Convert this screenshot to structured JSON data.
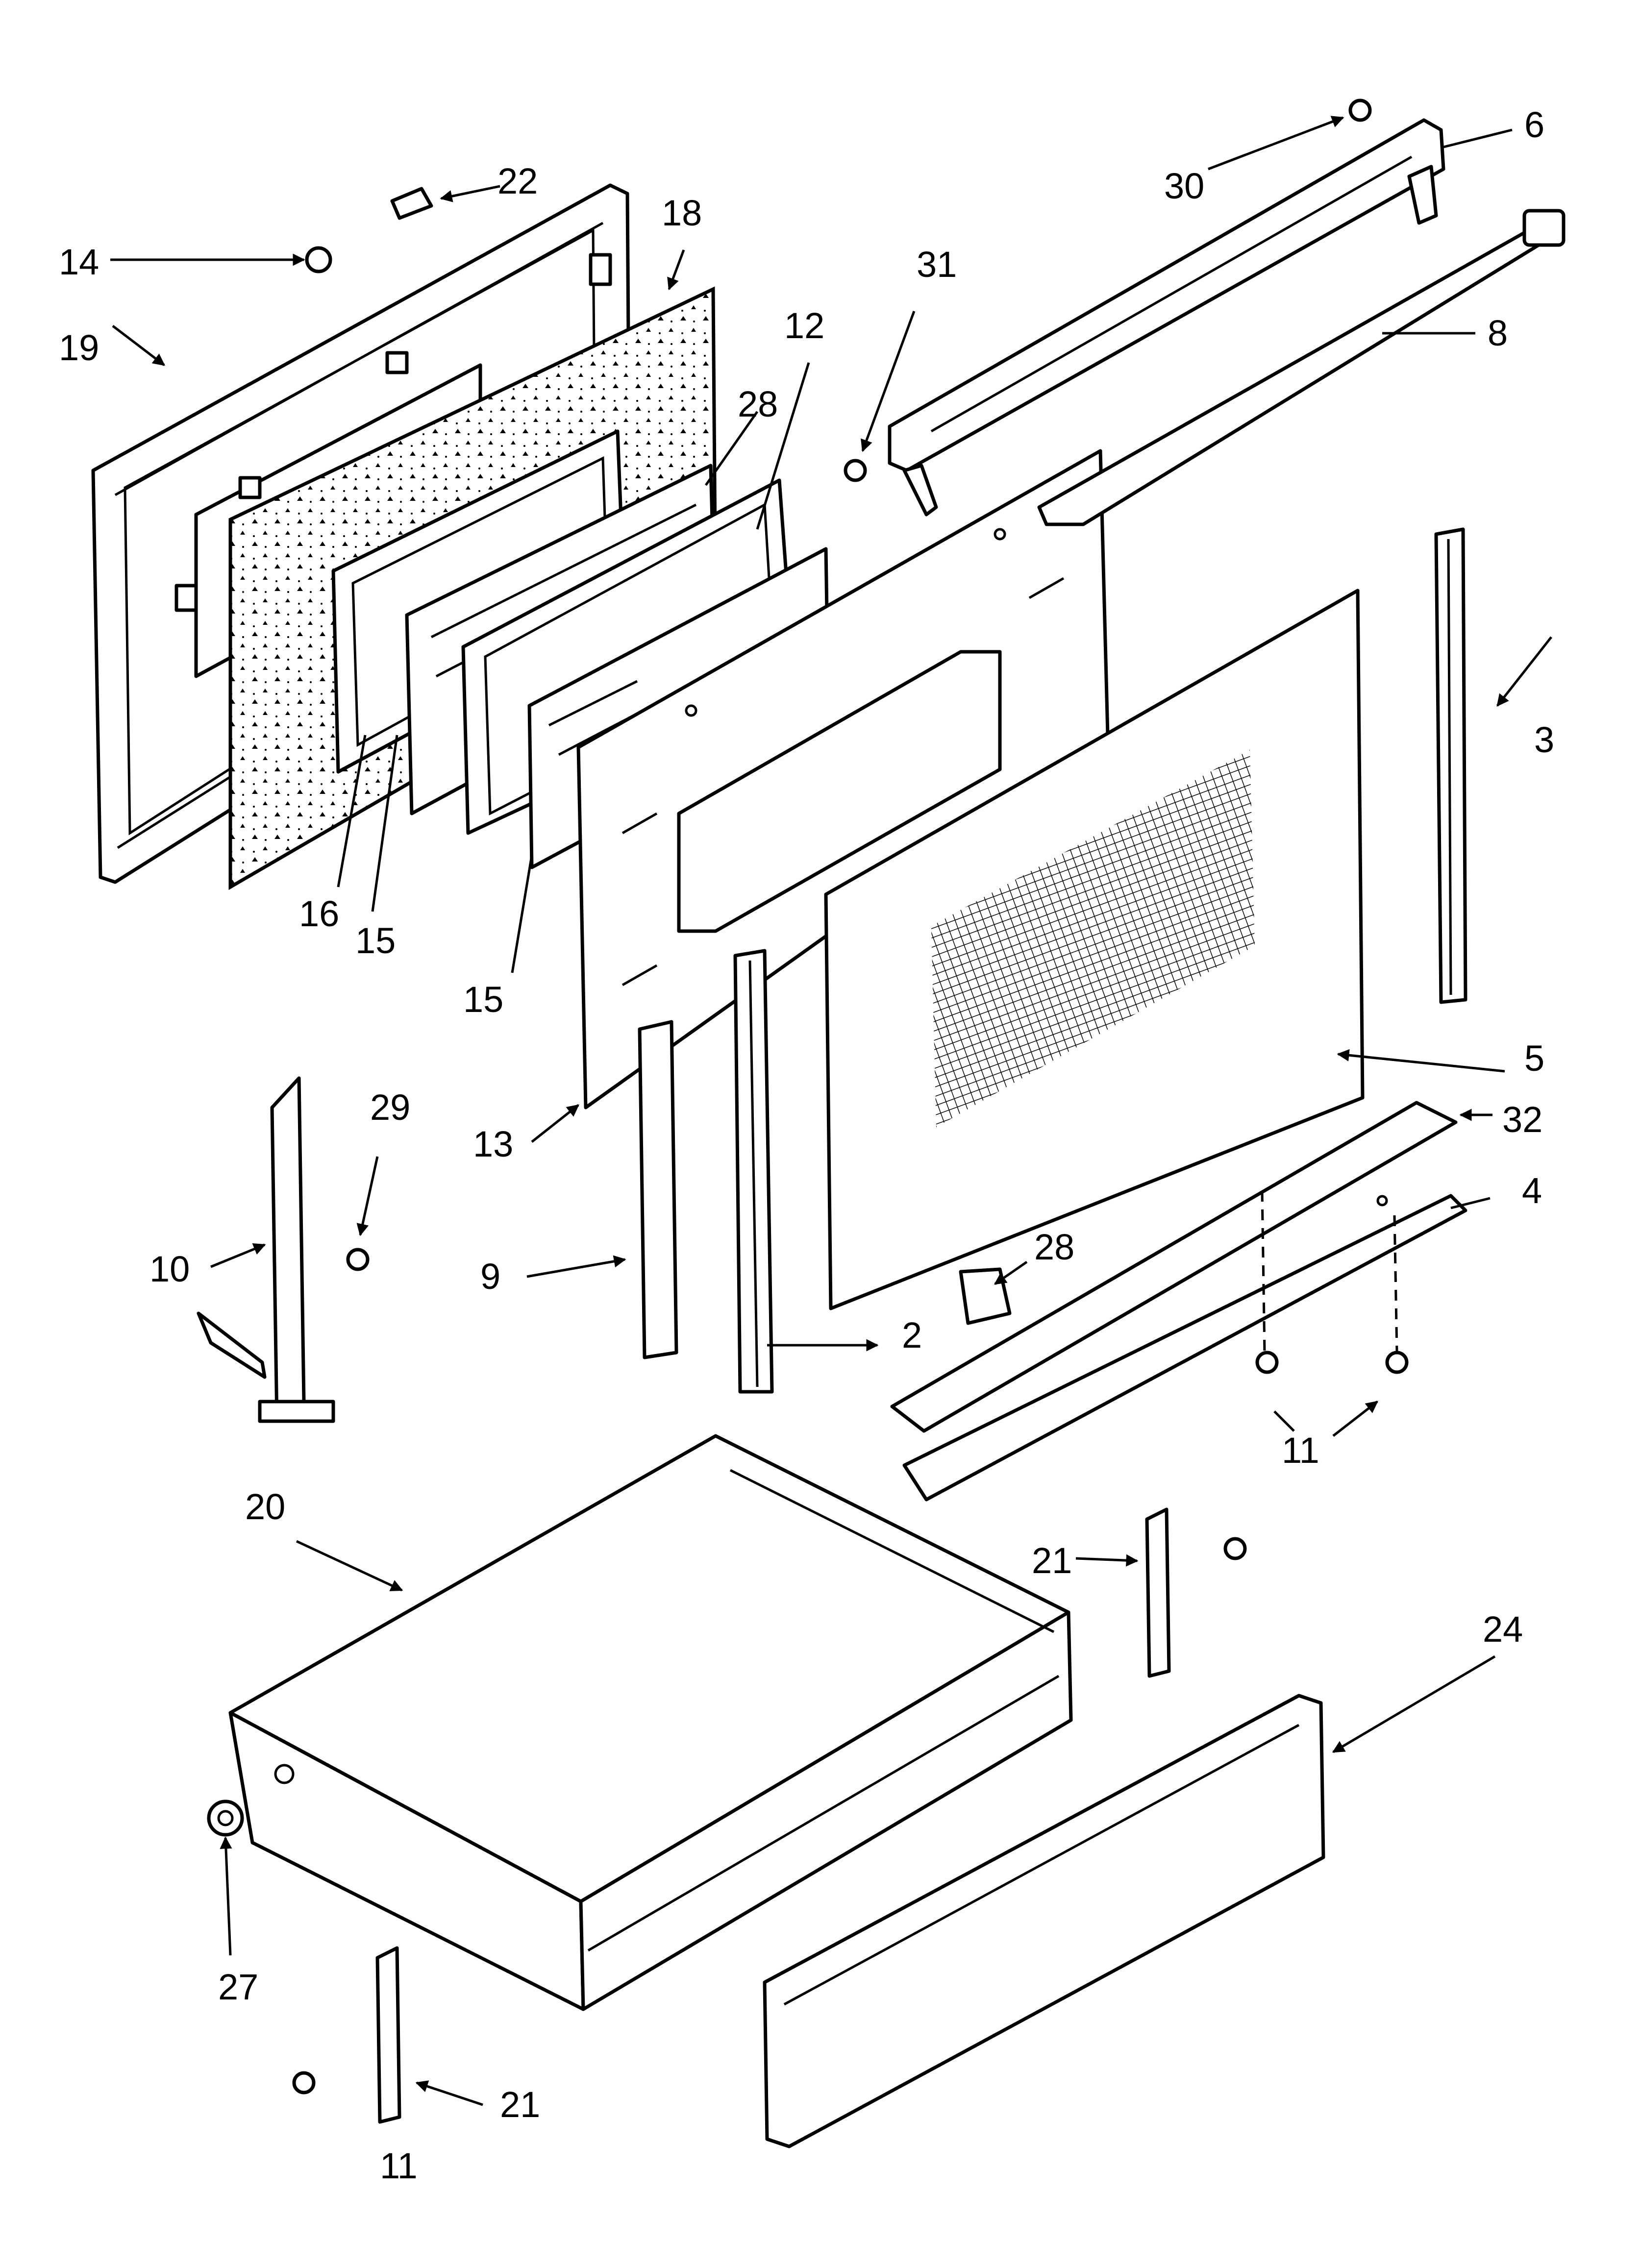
{
  "diagram": {
    "callouts": [
      {
        "id": "2",
        "label": "2"
      },
      {
        "id": "3",
        "label": "3"
      },
      {
        "id": "4",
        "label": "4"
      },
      {
        "id": "5",
        "label": "5"
      },
      {
        "id": "6",
        "label": "6"
      },
      {
        "id": "8",
        "label": "8"
      },
      {
        "id": "9",
        "label": "9"
      },
      {
        "id": "10",
        "label": "10"
      },
      {
        "id": "11a",
        "label": "11"
      },
      {
        "id": "11b",
        "label": "11"
      },
      {
        "id": "12",
        "label": "12"
      },
      {
        "id": "13",
        "label": "13"
      },
      {
        "id": "14",
        "label": "14"
      },
      {
        "id": "15a",
        "label": "15"
      },
      {
        "id": "15b",
        "label": "15"
      },
      {
        "id": "16",
        "label": "16"
      },
      {
        "id": "18",
        "label": "18"
      },
      {
        "id": "19",
        "label": "19"
      },
      {
        "id": "20",
        "label": "20"
      },
      {
        "id": "21a",
        "label": "21"
      },
      {
        "id": "21b",
        "label": "21"
      },
      {
        "id": "22",
        "label": "22"
      },
      {
        "id": "24",
        "label": "24"
      },
      {
        "id": "27",
        "label": "27"
      },
      {
        "id": "28a",
        "label": "28"
      },
      {
        "id": "28b",
        "label": "28"
      },
      {
        "id": "29",
        "label": "29"
      },
      {
        "id": "30",
        "label": "30"
      },
      {
        "id": "31",
        "label": "31"
      },
      {
        "id": "32",
        "label": "32"
      }
    ]
  }
}
